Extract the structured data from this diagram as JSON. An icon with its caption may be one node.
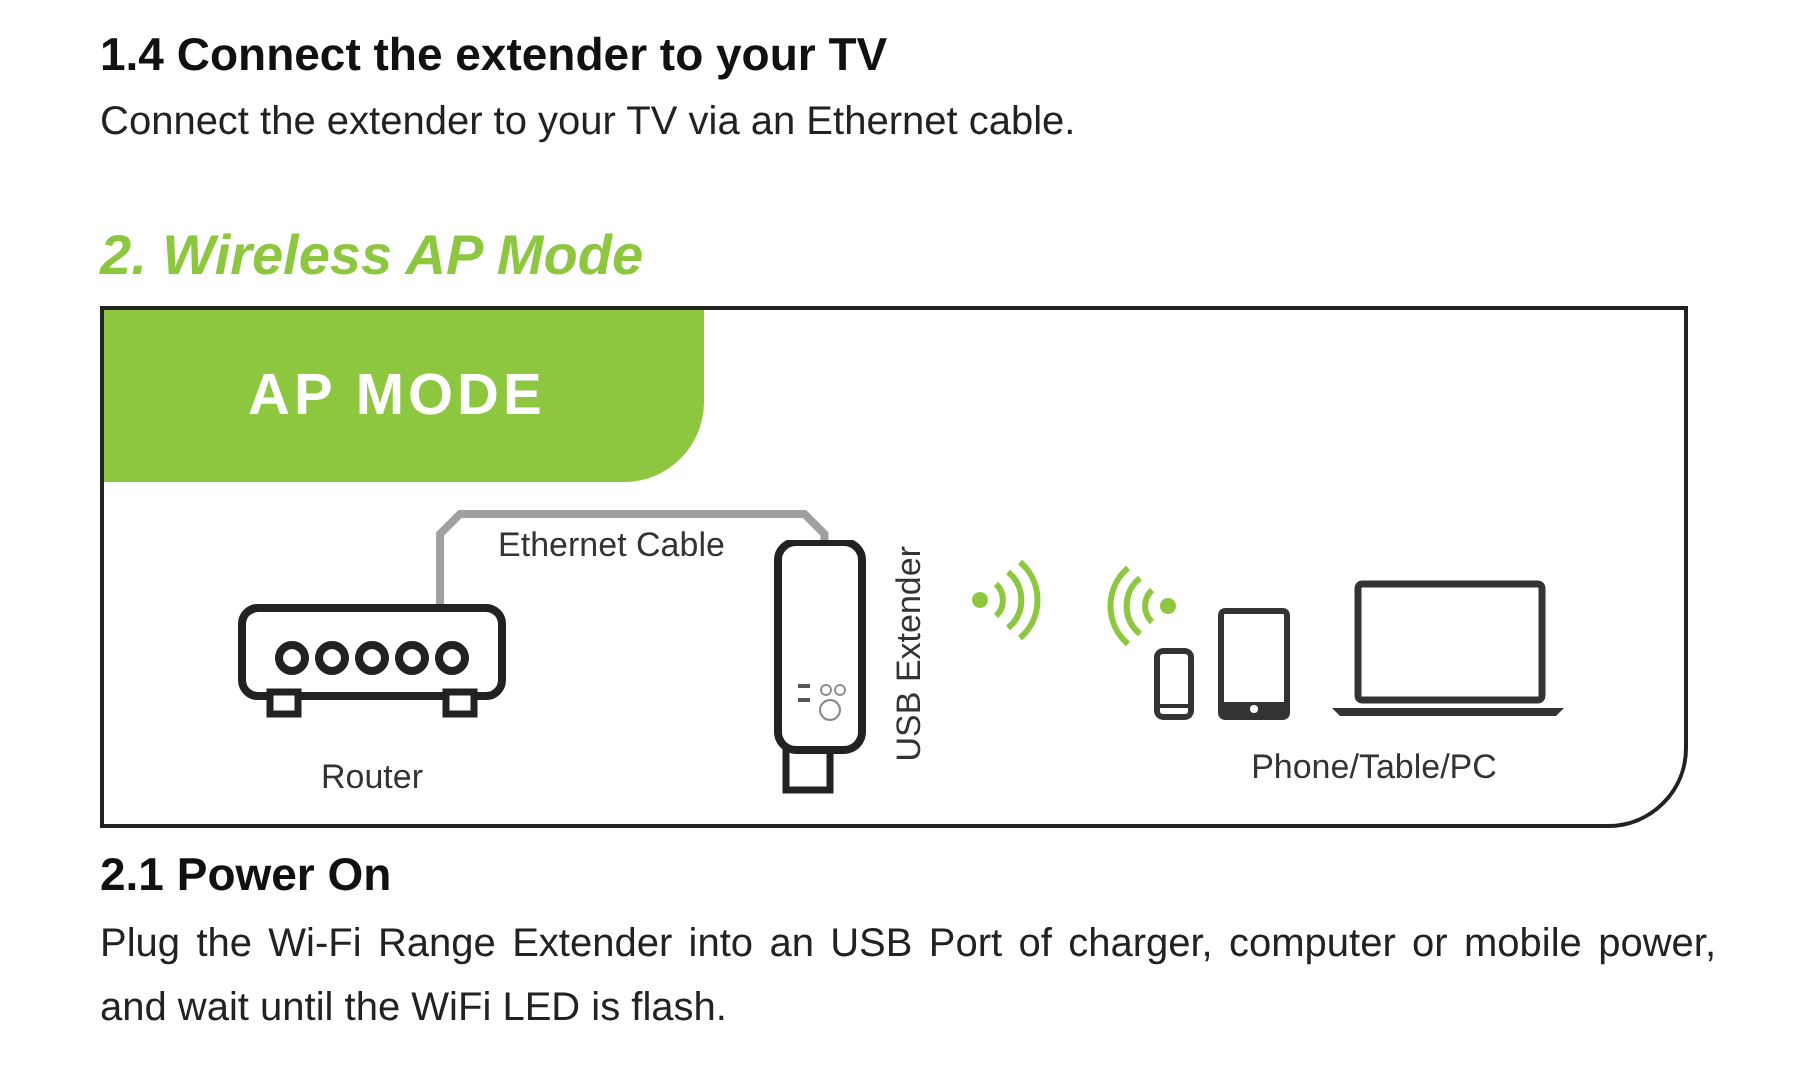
{
  "diagram": {
    "nodes": [
      {
        "text": [
          "AP MODE"
        ]
      },
      {
        "text": [
          "Router"
        ],
        "in": 0
      },
      {
        "text": [
          "USB Extender"
        ],
        "in": 0
      },
      {
        "text": [
          "Phone/Table/PC"
        ],
        "in": 0
      }
    ],
    "edges": [
      {
        "from": 1,
        "to": 2,
        "arrow": "none",
        "label": "Ethernet Cable"
      }
    ],
    "labels": [
      "1.4 Connect the extender to your TV",
      "Connect the extender to your TV via an Ethernet cable.",
      "2. Wireless AP Mode",
      "2.1 Power On",
      "Plug the Wi-Fi Range Extender into an USB Port of charger, computer or mobile power, and wait until the WiFi LED is flash."
    ]
  }
}
